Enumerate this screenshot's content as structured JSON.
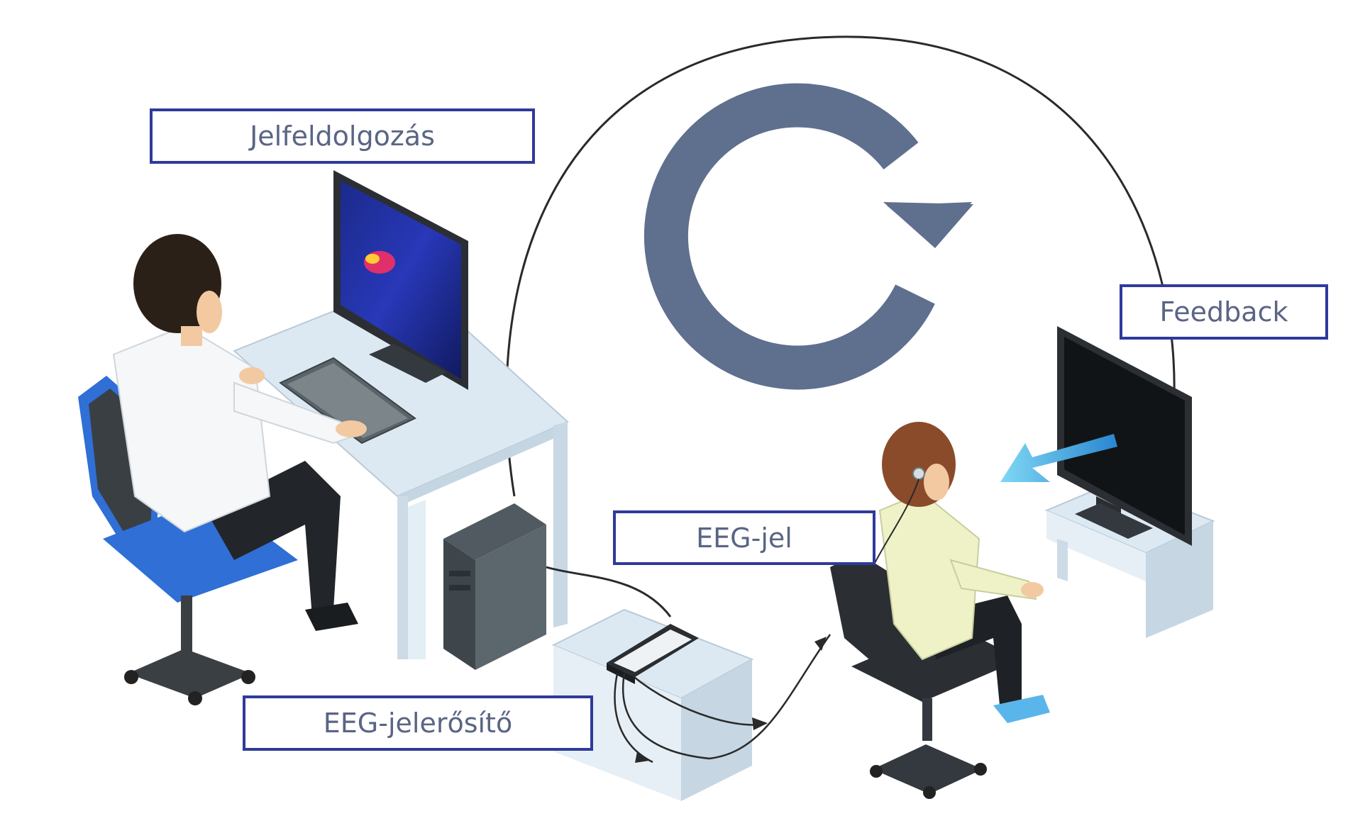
{
  "labels": {
    "signal_processing": "Jelfeldolgozás",
    "feedback": "Feedback",
    "eeg_signal": "EEG-jel",
    "eeg_amplifier": "EEG-jelerősítő"
  },
  "colors": {
    "label_border": "#2f3a9a",
    "label_text": "#5a6585",
    "cycle_arrow": "#5f6f8e",
    "chair_blue": "#2f6fd6",
    "desk": "#d8e6f0",
    "feedback_arrow": "#4fb8e8"
  }
}
